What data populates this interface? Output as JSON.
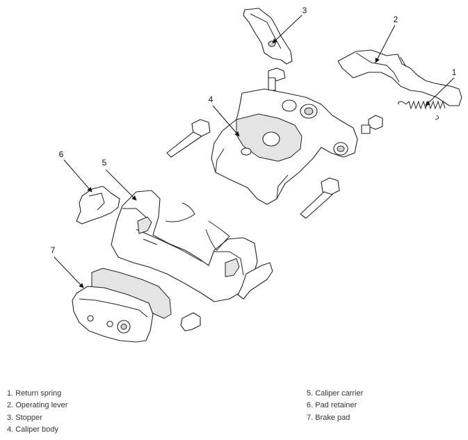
{
  "callouts": {
    "c1": "1",
    "c2": "2",
    "c3": "3",
    "c4": "4",
    "c5": "5",
    "c6": "6",
    "c7": "7"
  },
  "legend": {
    "left": [
      "1. Return spring",
      "2. Operating lever",
      "3. Stopper",
      "4. Caliper body"
    ],
    "right": [
      "5. Caliper carrier",
      "6. Pad retainer",
      "7. Brake pad"
    ]
  }
}
